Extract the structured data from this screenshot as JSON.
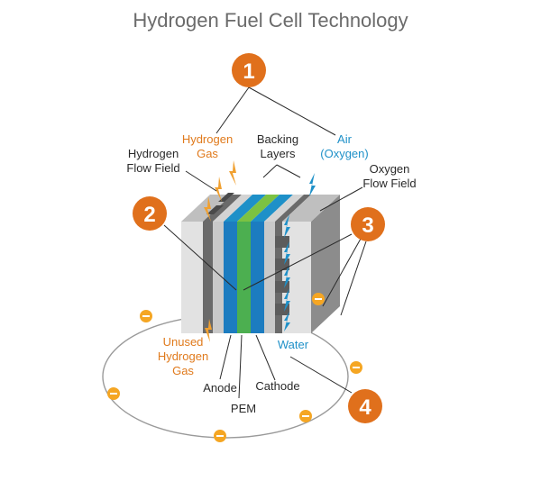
{
  "title": "Hydrogen Fuel Cell Technology",
  "labels": {
    "hydrogen_gas_1": "Hydrogen",
    "hydrogen_gas_2": "Gas",
    "backing_1": "Backing",
    "backing_2": "Layers",
    "air_1": "Air",
    "air_2": "(Oxygen)",
    "h_flow_1": "Hydrogen",
    "h_flow_2": "Flow Field",
    "o_flow_1": "Oxygen",
    "o_flow_2": "Flow Field",
    "unused_1": "Unused",
    "unused_2": "Hydrogen",
    "unused_3": "Gas",
    "water": "Water",
    "anode": "Anode",
    "cathode": "Cathode",
    "pem": "PEM"
  },
  "steps": [
    "1",
    "2",
    "3",
    "4"
  ],
  "colors": {
    "orange": "#e07a1c",
    "blue": "#1e90c8",
    "green": "#4caf50",
    "text": "#2a2a2a",
    "title": "#6b6b6b"
  }
}
